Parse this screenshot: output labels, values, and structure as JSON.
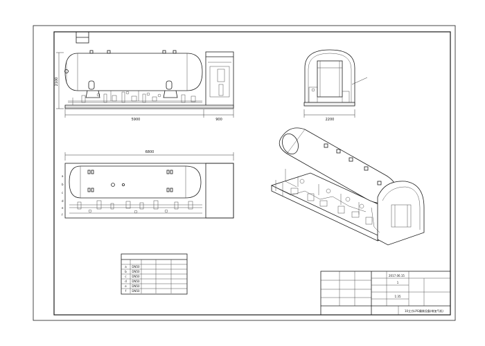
{
  "drawing": {
    "corner_stamp": [
      "",
      ""
    ],
    "dimensions": {
      "front_height": "2100",
      "front_length": "5900",
      "front_cabinet": "900",
      "side_width": "2200",
      "plan_length": "6800"
    },
    "leader_label": "",
    "plan_markers": [
      "a",
      "b",
      "c",
      "d",
      "e",
      "f"
    ]
  },
  "nozzle_table": {
    "title": "",
    "headers": [
      "",
      "",
      "",
      ""
    ],
    "rows": [
      [
        "a",
        "DN50",
        "",
        ""
      ],
      [
        "b",
        "DN50",
        "",
        ""
      ],
      [
        "c",
        "DN50",
        "",
        ""
      ],
      [
        "d",
        "DN50",
        "",
        ""
      ],
      [
        "e",
        "DN50",
        "",
        ""
      ],
      [
        "f",
        "DN50",
        "",
        ""
      ]
    ]
  },
  "title_block": {
    "date_note": "2017.06.15",
    "quantity": "1",
    "scale": "1:35",
    "drawing_title": "10立方LPG撬装设备(带加气机)"
  }
}
